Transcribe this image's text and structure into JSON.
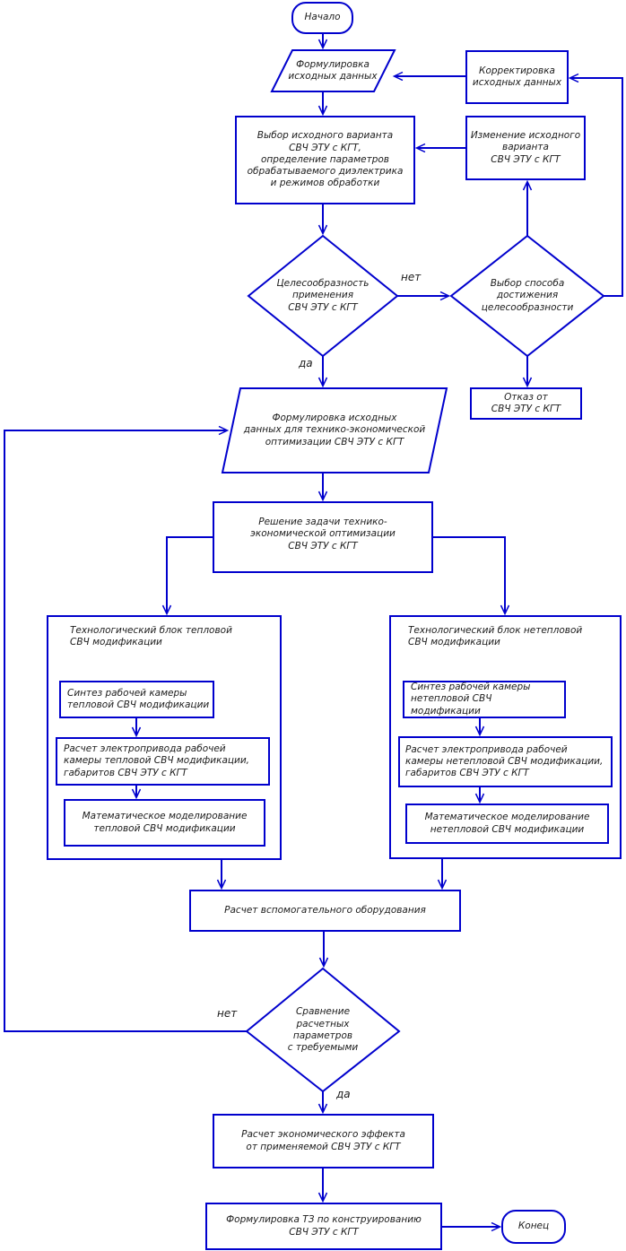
{
  "colors": {
    "line": "#0000CD",
    "text": "#1c1c1c"
  },
  "nodes": {
    "start": {
      "label": "Начало"
    },
    "formulate_data": {
      "label": "Формулировка\nисходных данных"
    },
    "correction": {
      "label": "Корректировка\nисходных данных"
    },
    "select_variant": {
      "label": "Выбор исходного варианта\nСВЧ ЭТУ с КГТ,\nопределение параметров\nобрабатываемого диэлектрика\nи режимов обработки"
    },
    "change_variant": {
      "label": "Изменение исходного\nварианта\nСВЧ ЭТУ с КГТ"
    },
    "feasibility": {
      "label": "Целесообразность\nприменения\nСВЧ ЭТУ с КГТ"
    },
    "way_choice": {
      "label": "Выбор способа\nдостижения\nцелесообразности"
    },
    "reject": {
      "label": "Отказ от\nСВЧ ЭТУ с КГТ"
    },
    "formulate_opt": {
      "label": "Формулировка исходных\nданных для технико-экономической\nоптимизации СВЧ ЭТУ с КГТ"
    },
    "solve_opt": {
      "label": "Решение задачи технико-\nэкономической оптимизации\nСВЧ ЭТУ с КГТ"
    },
    "thermal_block": {
      "title": "Технологический блок тепловой\nСВЧ модификации"
    },
    "thermal_synthesis": {
      "label": "Синтез рабочей камеры\nтепловой СВЧ модификации"
    },
    "thermal_drive": {
      "label": "Расчет электропривода рабочей\nкамеры тепловой СВЧ модификации,\nгабаритов СВЧ ЭТУ с КГТ"
    },
    "thermal_model": {
      "label": "Математическое моделирование\nтепловой СВЧ модификации"
    },
    "nonthermal_block": {
      "title": "Технологический блок нетепловой\nСВЧ модификации"
    },
    "nonthermal_synthesis": {
      "label": "Синтез рабочей камеры\nнетепловой СВЧ модификации"
    },
    "nonthermal_drive": {
      "label": "Расчет электропривода рабочей\nкамеры нетепловой СВЧ модификации,\nгабаритов СВЧ ЭТУ с КГТ"
    },
    "nonthermal_model": {
      "label": "Математическое моделирование\nнетепловой СВЧ модификации"
    },
    "aux_equipment": {
      "label": "Расчет вспомогательного оборудования"
    },
    "compare": {
      "label": "Сравнение\nрасчетных\nпараметров\nс требуемыми"
    },
    "econ_effect": {
      "label": "Расчет экономического эффекта\nот применяемой СВЧ ЭТУ с КГТ"
    },
    "tz": {
      "label": "Формулировка ТЗ по конструированию\nСВЧ ЭТУ с КГТ"
    },
    "end": {
      "label": "Конец"
    }
  },
  "edge_labels": {
    "no_top": "нет",
    "yes_top": "да",
    "no_bottom": "нет",
    "yes_bottom": "да"
  }
}
